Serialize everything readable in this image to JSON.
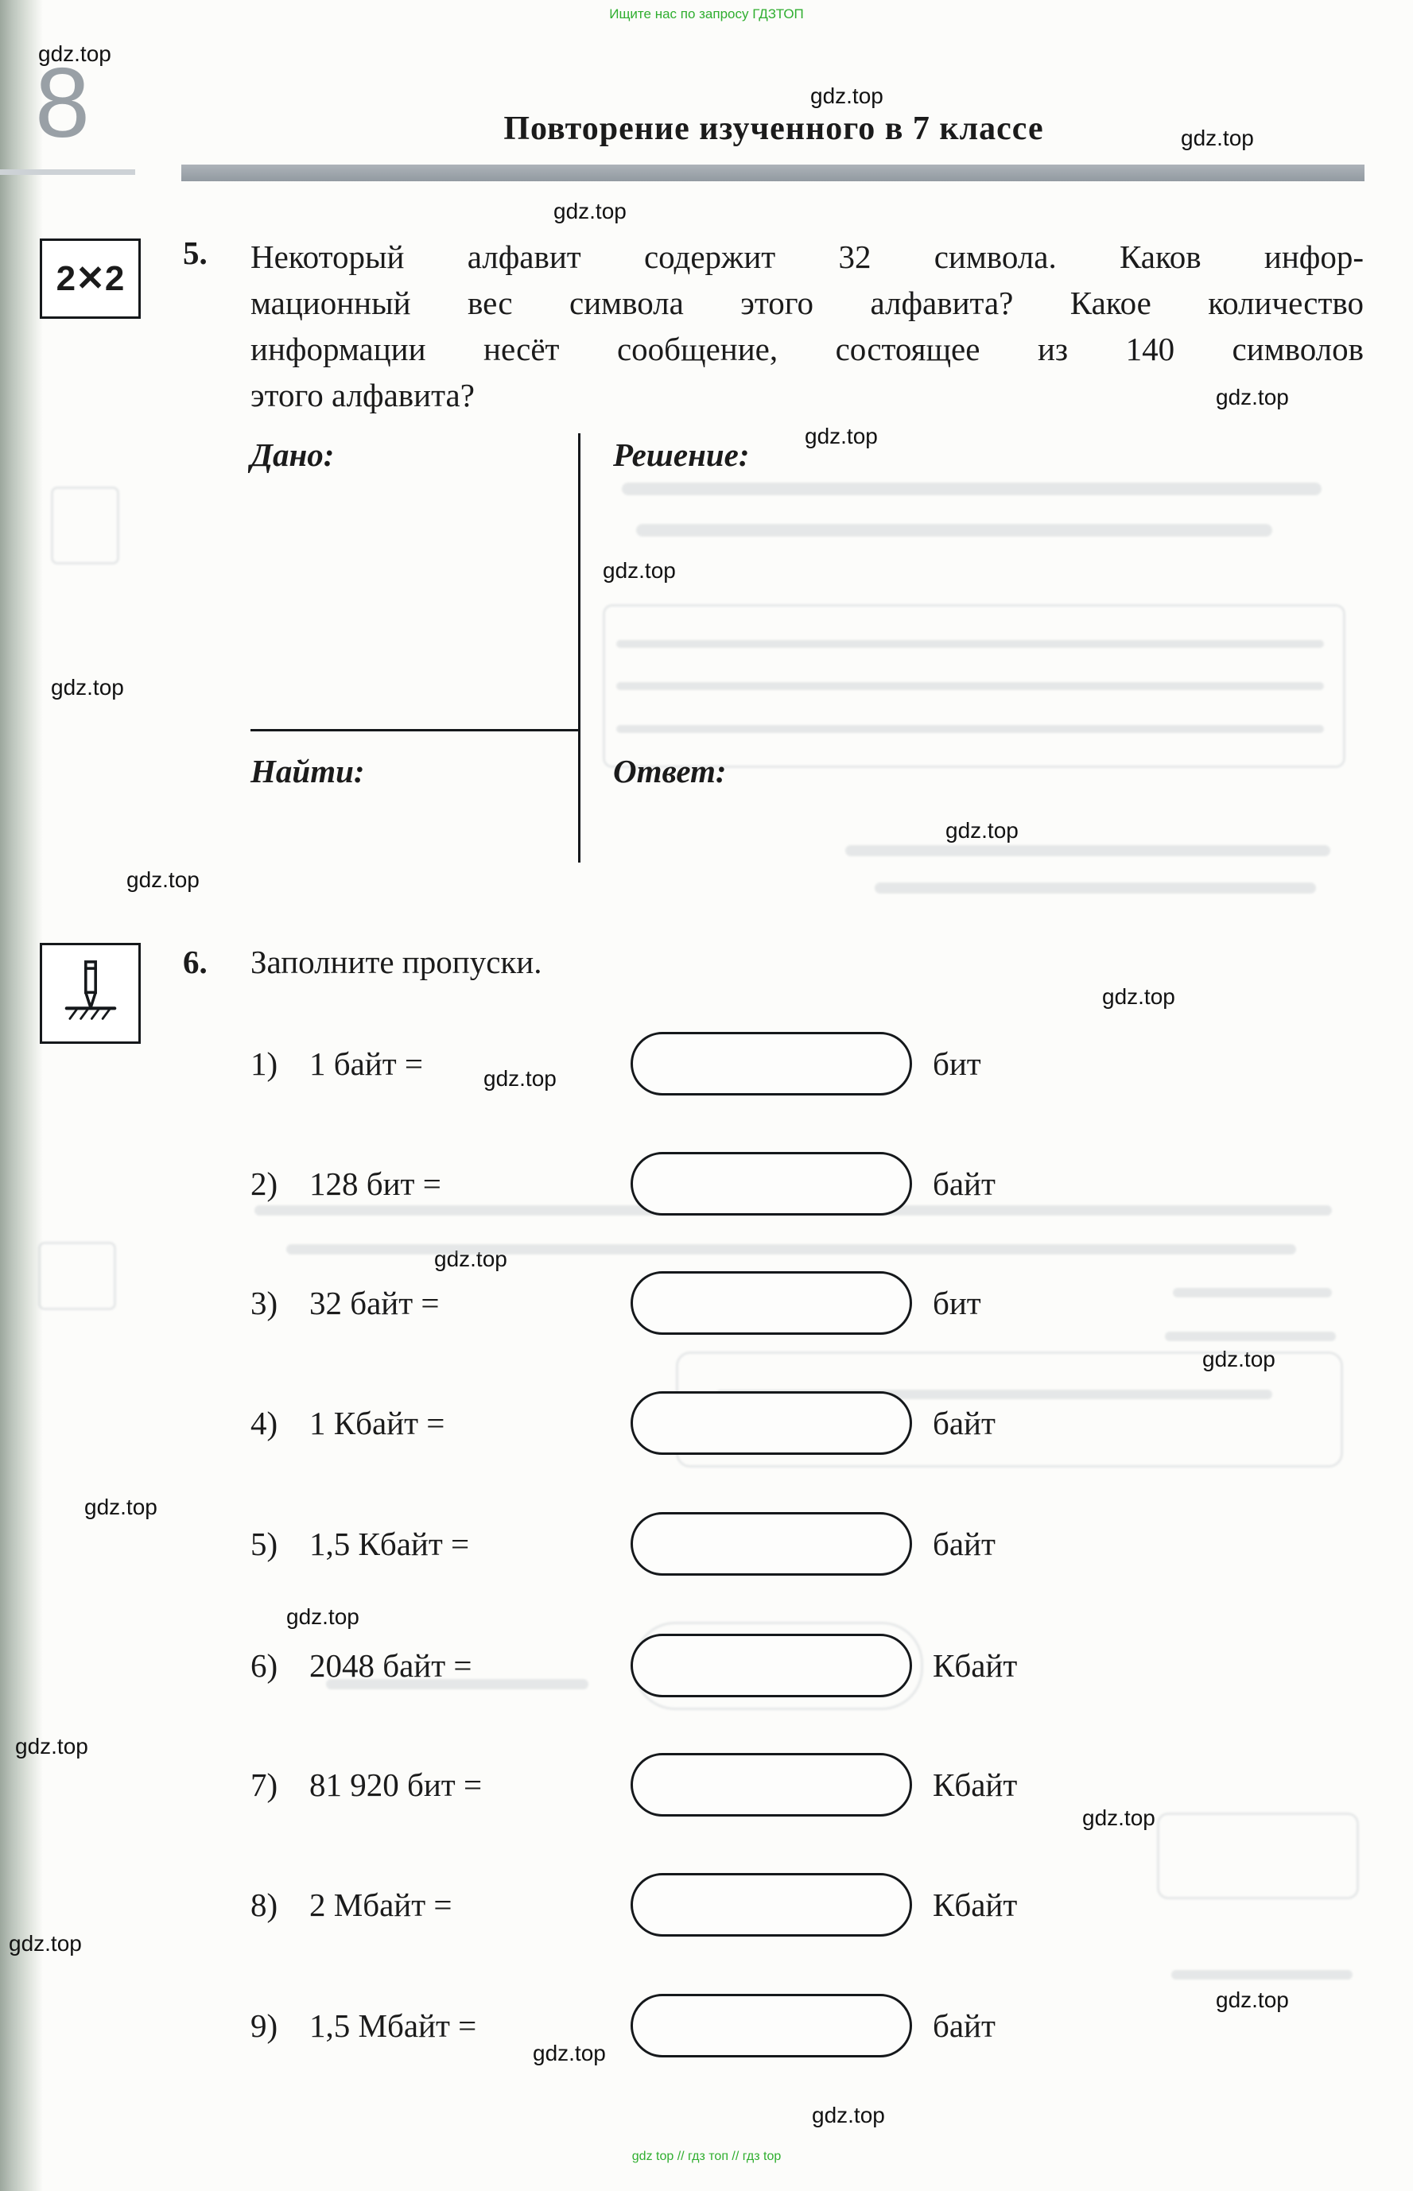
{
  "page": {
    "number": "8",
    "header": "Повторение изученного в 7 классе",
    "top_note": "Ищите нас по запросу ГДЗТОП",
    "bottom_note": "gdz top // гдз топ // гдз top",
    "watermark": "gdz.top"
  },
  "problem5": {
    "number": "5.",
    "badge": "2✕2",
    "lines": [
      "Некоторый алфавит содержит 32 символа. Каков инфор-",
      "мационный вес символа этого алфавита? Какое количество",
      "информации несёт сообщение, состоящее из 140 символов",
      "этого алфавита?"
    ],
    "labels": {
      "given": "Дано:",
      "solution": "Решение:",
      "find": "Найти:",
      "answer": "Ответ:"
    }
  },
  "problem6": {
    "number": "6.",
    "title": "Заполните пропуски.",
    "items": [
      {
        "num": "1)",
        "expr": "1 байт =",
        "unit": "бит"
      },
      {
        "num": "2)",
        "expr": "128 бит =",
        "unit": "байт"
      },
      {
        "num": "3)",
        "expr": "32 байт =",
        "unit": "бит"
      },
      {
        "num": "4)",
        "expr": "1 Кбайт =",
        "unit": "байт"
      },
      {
        "num": "5)",
        "expr": "1,5 Кбайт =",
        "unit": "байт"
      },
      {
        "num": "6)",
        "expr": "2048 байт =",
        "unit": "Кбайт"
      },
      {
        "num": "7)",
        "expr": "81 920 бит =",
        "unit": "Кбайт"
      },
      {
        "num": "8)",
        "expr": "2 Мбайт =",
        "unit": "Кбайт"
      },
      {
        "num": "9)",
        "expr": "1,5 Мбайт =",
        "unit": "байт"
      }
    ]
  }
}
